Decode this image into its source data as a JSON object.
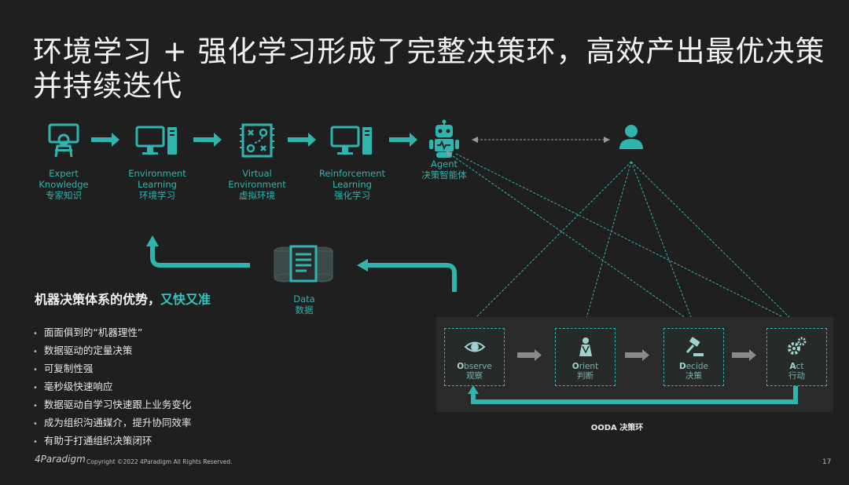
{
  "title": "环境学习 + 强化学习形成了完整决策环，高效产出最优决策并持续迭代",
  "steps": [
    {
      "icon": "expert-knowledge-icon",
      "label": "Expert\nKnowledge\n专家知识"
    },
    {
      "icon": "computer-icon",
      "label": "Environment\nLearning\n环境学习"
    },
    {
      "icon": "strategy-board-icon",
      "label": "Virtual\nEnvironment\n虚拟环境"
    },
    {
      "icon": "computer-icon",
      "label": "Reinforcement\nLearning\n强化学习"
    },
    {
      "icon": "robot-icon",
      "label": "Agent\n决策智能体"
    }
  ],
  "user_icon": "person-icon",
  "data_node": {
    "icon": "database-document-icon",
    "label": "Data\n数据"
  },
  "advantages": {
    "title_prefix": "机器决策体系的优势，",
    "title_highlight": "又快又准",
    "items": [
      "面面俱到的“机器理性”",
      "数据驱动的定量决策",
      "可复制性强",
      "毫秒级快速响应",
      "数据驱动自学习快速跟上业务变化",
      "成为组织沟通媒介，提升协同效率",
      "有助于打通组织决策闭环"
    ]
  },
  "ooda": {
    "caption": "OODA 决策环",
    "stages": [
      {
        "icon": "eye-icon",
        "en_initial": "O",
        "en_rest": "bserve",
        "zh": "观察"
      },
      {
        "icon": "person-pillar-icon",
        "en_initial": "O",
        "en_rest": "rient",
        "zh": "判断"
      },
      {
        "icon": "gavel-icon",
        "en_initial": "D",
        "en_rest": "ecide",
        "zh": "决策"
      },
      {
        "icon": "gears-icon",
        "en_initial": "A",
        "en_rest": "ct",
        "zh": "行动"
      }
    ]
  },
  "footer": {
    "logo": "4Paradigm",
    "copyright": "Copyright ©2022 4Paradigm All Rights Reserved.",
    "page": "17"
  },
  "colors": {
    "accent": "#2fb5ae",
    "background": "#1f1f1f",
    "text": "#f2f2f2"
  }
}
